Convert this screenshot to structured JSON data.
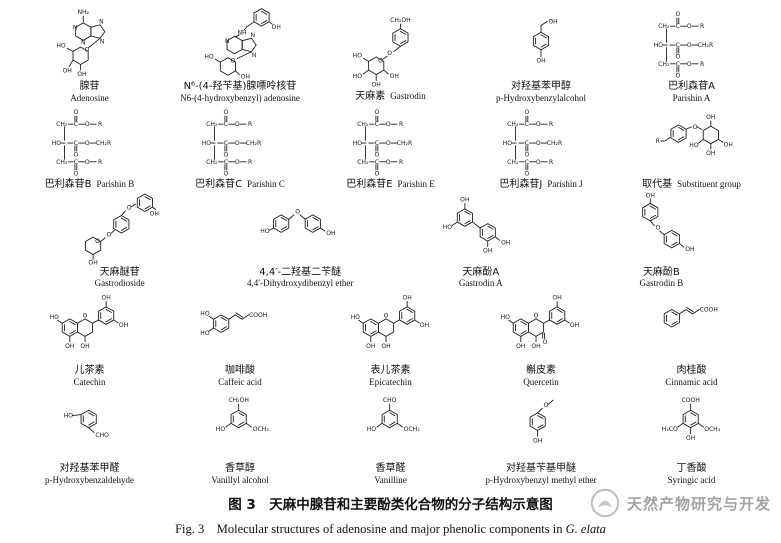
{
  "figure": {
    "caption_cn": "图 3　天麻中腺苷和主要酚类化合物的分子结构示意图",
    "caption_en_prefix": "Fig. 3　Molecular structures of adenosine and major phenolic components in ",
    "caption_en_species": "G. elata",
    "watermark_text": "天然产物研究与开发"
  },
  "rows": [
    {
      "compounds": [
        {
          "cn": "腺苷",
          "en": "Adenosine",
          "motif": "#motif-adenosine"
        },
        {
          "cn": "N⁶-(4-羟苄基)腺嘌呤核苷",
          "en": "N6-(4-hydroxybenzyl) adenosine",
          "motif": "#motif-hb-adenosine"
        },
        {
          "cn": "天麻素",
          "en": "Gastrodin",
          "motif": "#motif-gastrodin"
        },
        {
          "cn": "对羟基苯甲醇",
          "en": "p-Hydroxybenzylalcohol",
          "motif": "#motif-phenol-alcohol"
        },
        {
          "cn": "巴利森苷A",
          "en": "Parishin A",
          "motif": "#motif-parishin"
        }
      ]
    },
    {
      "compounds": [
        {
          "cn": "巴利森苷B",
          "en": "Parishin B",
          "motif": "#motif-parishin"
        },
        {
          "cn": "巴利森苷C",
          "en": "Parishin C",
          "motif": "#motif-parishin"
        },
        {
          "cn": "巴利森苷E",
          "en": "Parishin E",
          "motif": "#motif-parishin"
        },
        {
          "cn": "巴利森苷J",
          "en": "Parishin J",
          "motif": "#motif-parishin"
        },
        {
          "cn": "取代基",
          "en": "Substituent group",
          "motif": "#motif-substituent"
        }
      ]
    },
    {
      "compounds": [
        {
          "cn": "天麻醚苷",
          "en": "Gastrodioside",
          "motif": "#motif-gastrodioside"
        },
        {
          "cn": "4,4′-二羟基二苄醚",
          "en": "4,4′-Dihydroxydibenzyl ether",
          "motif": "#motif-dibenzyl-ether"
        },
        {
          "cn": "天麻酚A",
          "en": "Gastrodin A",
          "motif": "#motif-gastrodin-a"
        },
        {
          "cn": "天麻酚B",
          "en": "Gastrodin B",
          "motif": "#motif-gastrodin-b"
        }
      ]
    },
    {
      "compounds": [
        {
          "cn": "儿茶素",
          "en": "Catechin",
          "motif": "#motif-catechin"
        },
        {
          "cn": "咖啡酸",
          "en": "Caffeic acid",
          "motif": "#motif-caffeic"
        },
        {
          "cn": "表儿茶素",
          "en": "Epicatechin",
          "motif": "#motif-catechin"
        },
        {
          "cn": "槲皮素",
          "en": "Quercetin",
          "motif": "#motif-quercetin"
        },
        {
          "cn": "肉桂酸",
          "en": "Cinnamic acid",
          "motif": "#motif-cinnamic"
        }
      ]
    },
    {
      "compounds": [
        {
          "cn": "对羟基苯甲醛",
          "en": "p-Hydroxybenzaldehyde",
          "motif": "#motif-benzaldehyde"
        },
        {
          "cn": "香草醇",
          "en": "Vanillyl alcohol",
          "motif": "#motif-vanillyl-alcohol"
        },
        {
          "cn": "香草醛",
          "en": "Vanilline",
          "motif": "#motif-vanillin"
        },
        {
          "cn": "对羟基苄基甲醚",
          "en": "p-Hydroxybenzyl methyl ether",
          "motif": "#motif-methyl-ether"
        },
        {
          "cn": "丁香酸",
          "en": "Syringic acid",
          "motif": "#motif-syringic"
        }
      ]
    }
  ]
}
